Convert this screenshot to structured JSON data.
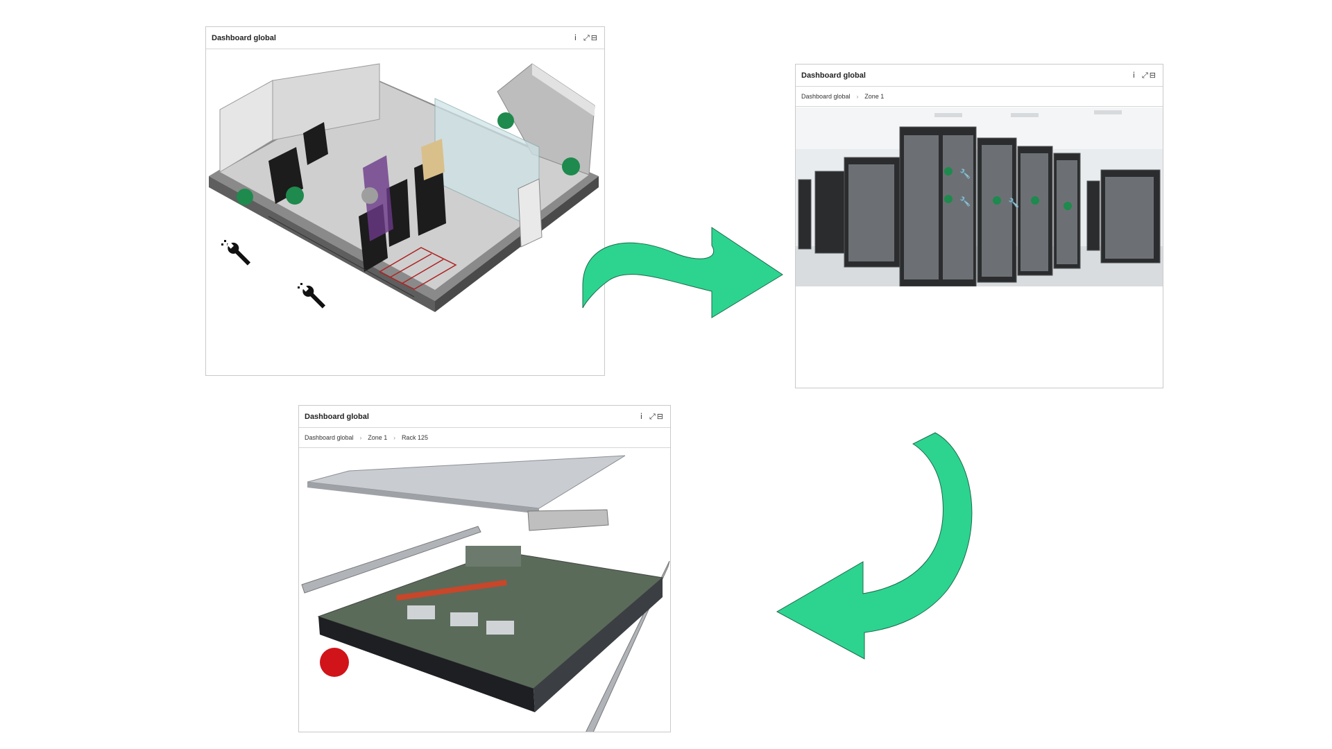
{
  "panels": [
    {
      "title": "Dashboard global",
      "breadcrumb": []
    },
    {
      "title": "Dashboard global",
      "breadcrumb": [
        "Dashboard global",
        "Zone 1"
      ]
    },
    {
      "title": "Dashboard global",
      "breadcrumb": [
        "Dashboard global",
        "Zone 1",
        "Rack 125"
      ]
    }
  ],
  "icons": {
    "info": "info-icon",
    "expand": "expand-icon",
    "collapse": "minimize-icon",
    "wrench": "wrench-icon",
    "network": "network-icon"
  },
  "colors": {
    "arrow": "#2dd48f",
    "status_ok": "#1e8a4d",
    "status_unknown": "#9e9e9e",
    "status_alert": "#d0141a"
  },
  "markers": {
    "zone_map": [
      "ok",
      "ok",
      "unknown",
      "ok",
      "ok"
    ],
    "zone_1": [
      "ok",
      "ok",
      "ok",
      "ok",
      "ok"
    ],
    "rack_125": [
      "alert"
    ]
  }
}
